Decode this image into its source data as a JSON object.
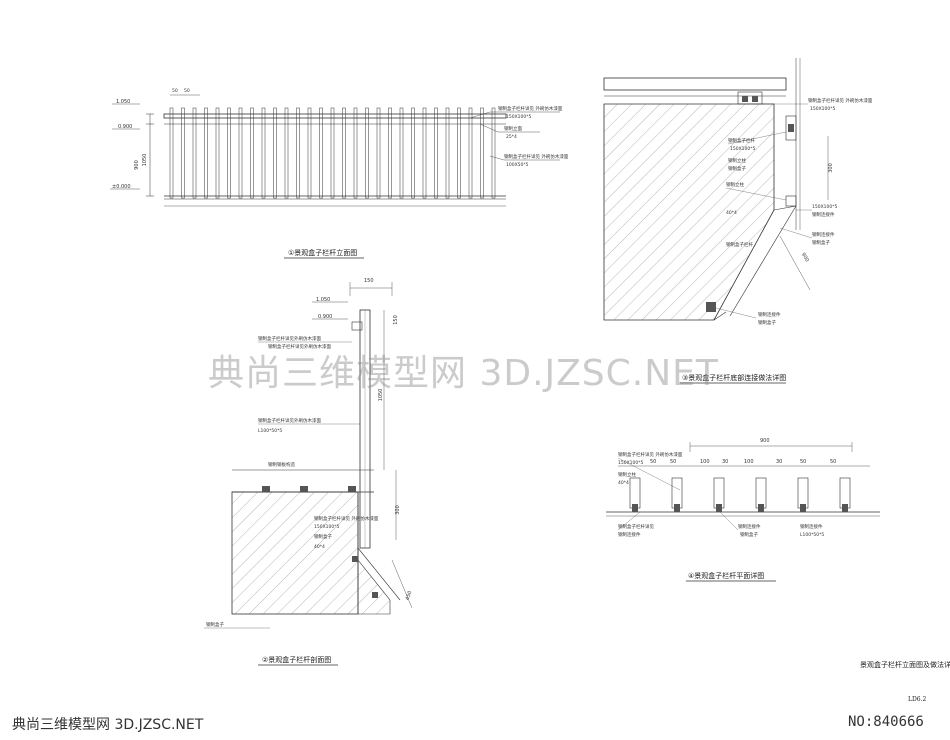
{
  "watermark": "典尚三维模型网 3D.JZSC.NET",
  "footer": {
    "left": "典尚三维模型网 3D.JZSC.NET",
    "right": "NO:840666"
  },
  "title_block": {
    "title": "景观盒子栏杆立面图及做法详",
    "sheet": "LD6.2"
  },
  "drawings": {
    "elevation": {
      "caption": "①景观盒子栏杆立面图",
      "levels": [
        "1.050",
        "0.900",
        "±0.000"
      ],
      "dims": [
        "1050",
        "900"
      ],
      "notes": [
        "钢制盒子栏杆详见  外刷仿木漆面",
        "150X100*5",
        "钢制立面",
        "25*4",
        "钢制盒子栏杆详见  外刷仿木漆面",
        "100X50*5"
      ]
    },
    "section2": {
      "caption": "②景观盒子栏杆剖面图",
      "top_dim": "150",
      "levels": [
        "1.050",
        "0.900"
      ],
      "dims": [
        "1050",
        "150",
        "300",
        "450"
      ],
      "notes": [
        "钢制盒子栏杆详见外刷仿木漆面",
        "钢制盒子栏杆详见外刷仿木漆面",
        "钢制盒子栏杆详见外刷仿木漆面",
        "L100*50*5",
        "钢制钢板构造",
        "钢制盒子栏杆详见  外刷仿木漆面",
        "150X100*5",
        "钢制盒子",
        "40*4",
        "钢制盒子"
      ]
    },
    "detail3": {
      "caption": "③景观盒子栏杆底部连接做法详图",
      "dims": [
        "300",
        "900"
      ],
      "notes": [
        "钢制盒子栏杆详见  外刷仿木漆面",
        "150X100*5",
        "钢制盒子栏杆",
        "150X100*5",
        "钢制立柱",
        "钢制盒子",
        "钢制立柱",
        "40*4",
        "钢制盒子栏杆",
        "150X100*5",
        "钢制连接件",
        "钢制连接件",
        "钢制盒子"
      ]
    },
    "detail4": {
      "caption": "④景观盒子栏杆平面详图",
      "top_dim": "900",
      "spacing": [
        "50",
        "50",
        "100",
        "30",
        "100",
        "30",
        "50",
        "50"
      ],
      "notes": [
        "钢制盒子栏杆详见  外刷仿木漆面",
        "150X100*5",
        "钢制立柱",
        "40*4",
        "钢制盒子栏杆详见",
        "钢制连接件",
        "钢制盒子"
      ]
    }
  }
}
